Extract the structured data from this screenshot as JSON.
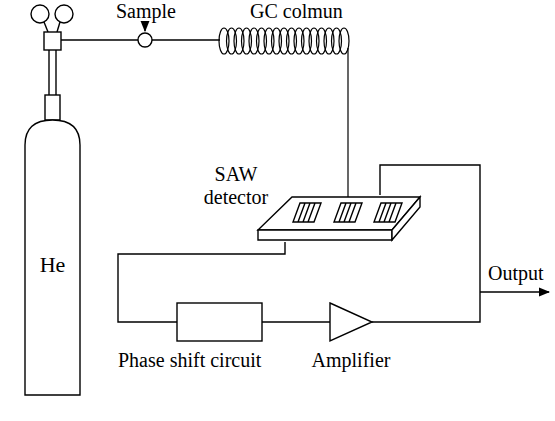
{
  "diagram": {
    "nodes": [
      {
        "text": [
          "He"
        ]
      },
      {
        "text": [
          "SAW detector"
        ]
      },
      {
        "text": [
          "Phase shift circuit"
        ]
      },
      {
        "text": [
          "Amplifier"
        ]
      }
    ],
    "edges": [
      {
        "from": 1,
        "to": 2,
        "arrow": "none"
      },
      {
        "from": 2,
        "to": 3,
        "arrow": "none"
      },
      {
        "from": 3,
        "to": 1,
        "arrow": "none"
      }
    ],
    "labels": [
      "Sample",
      "GC colmun",
      "Output"
    ]
  }
}
